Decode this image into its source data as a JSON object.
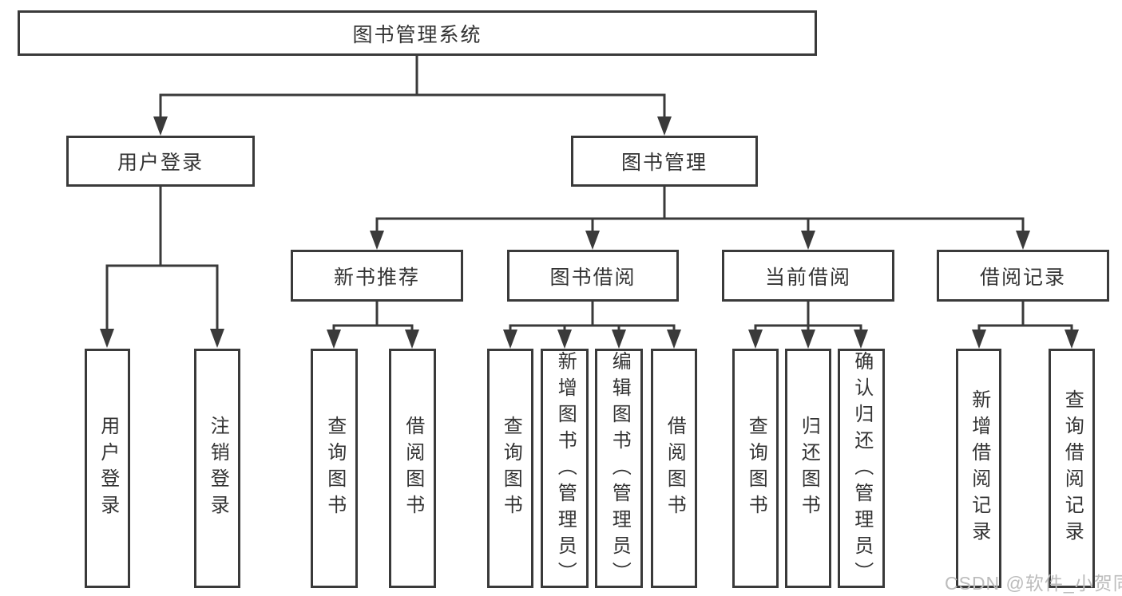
{
  "diagram": {
    "title": "图书管理系统",
    "branches": [
      {
        "label": "用户登录",
        "children": [
          {
            "label": "用户登录"
          },
          {
            "label": "注销登录"
          }
        ]
      },
      {
        "label": "图书管理",
        "children": [
          {
            "label": "新书推荐",
            "children": [
              {
                "label": "查询图书"
              },
              {
                "label": "借阅图书"
              }
            ]
          },
          {
            "label": "图书借阅",
            "children": [
              {
                "label": "查询图书"
              },
              {
                "label": "新增图书（管理员）"
              },
              {
                "label": "编辑图书（管理员）"
              },
              {
                "label": "借阅图书"
              }
            ]
          },
          {
            "label": "当前借阅",
            "children": [
              {
                "label": "查询图书"
              },
              {
                "label": "归还图书"
              },
              {
                "label": "确认归还（管理员）"
              }
            ]
          },
          {
            "label": "借阅记录",
            "children": [
              {
                "label": "新增借阅记录"
              },
              {
                "label": "查询借阅记录"
              }
            ]
          }
        ]
      }
    ]
  },
  "watermark": {
    "text": "CSDN @软件_小贺同学"
  },
  "colors": {
    "line": "#3a3a3a",
    "box_border": "#3a3a3a",
    "box_fill": "#ffffff",
    "text": "#333333",
    "watermark": "#bcbcbc",
    "background": "#ffffff"
  }
}
